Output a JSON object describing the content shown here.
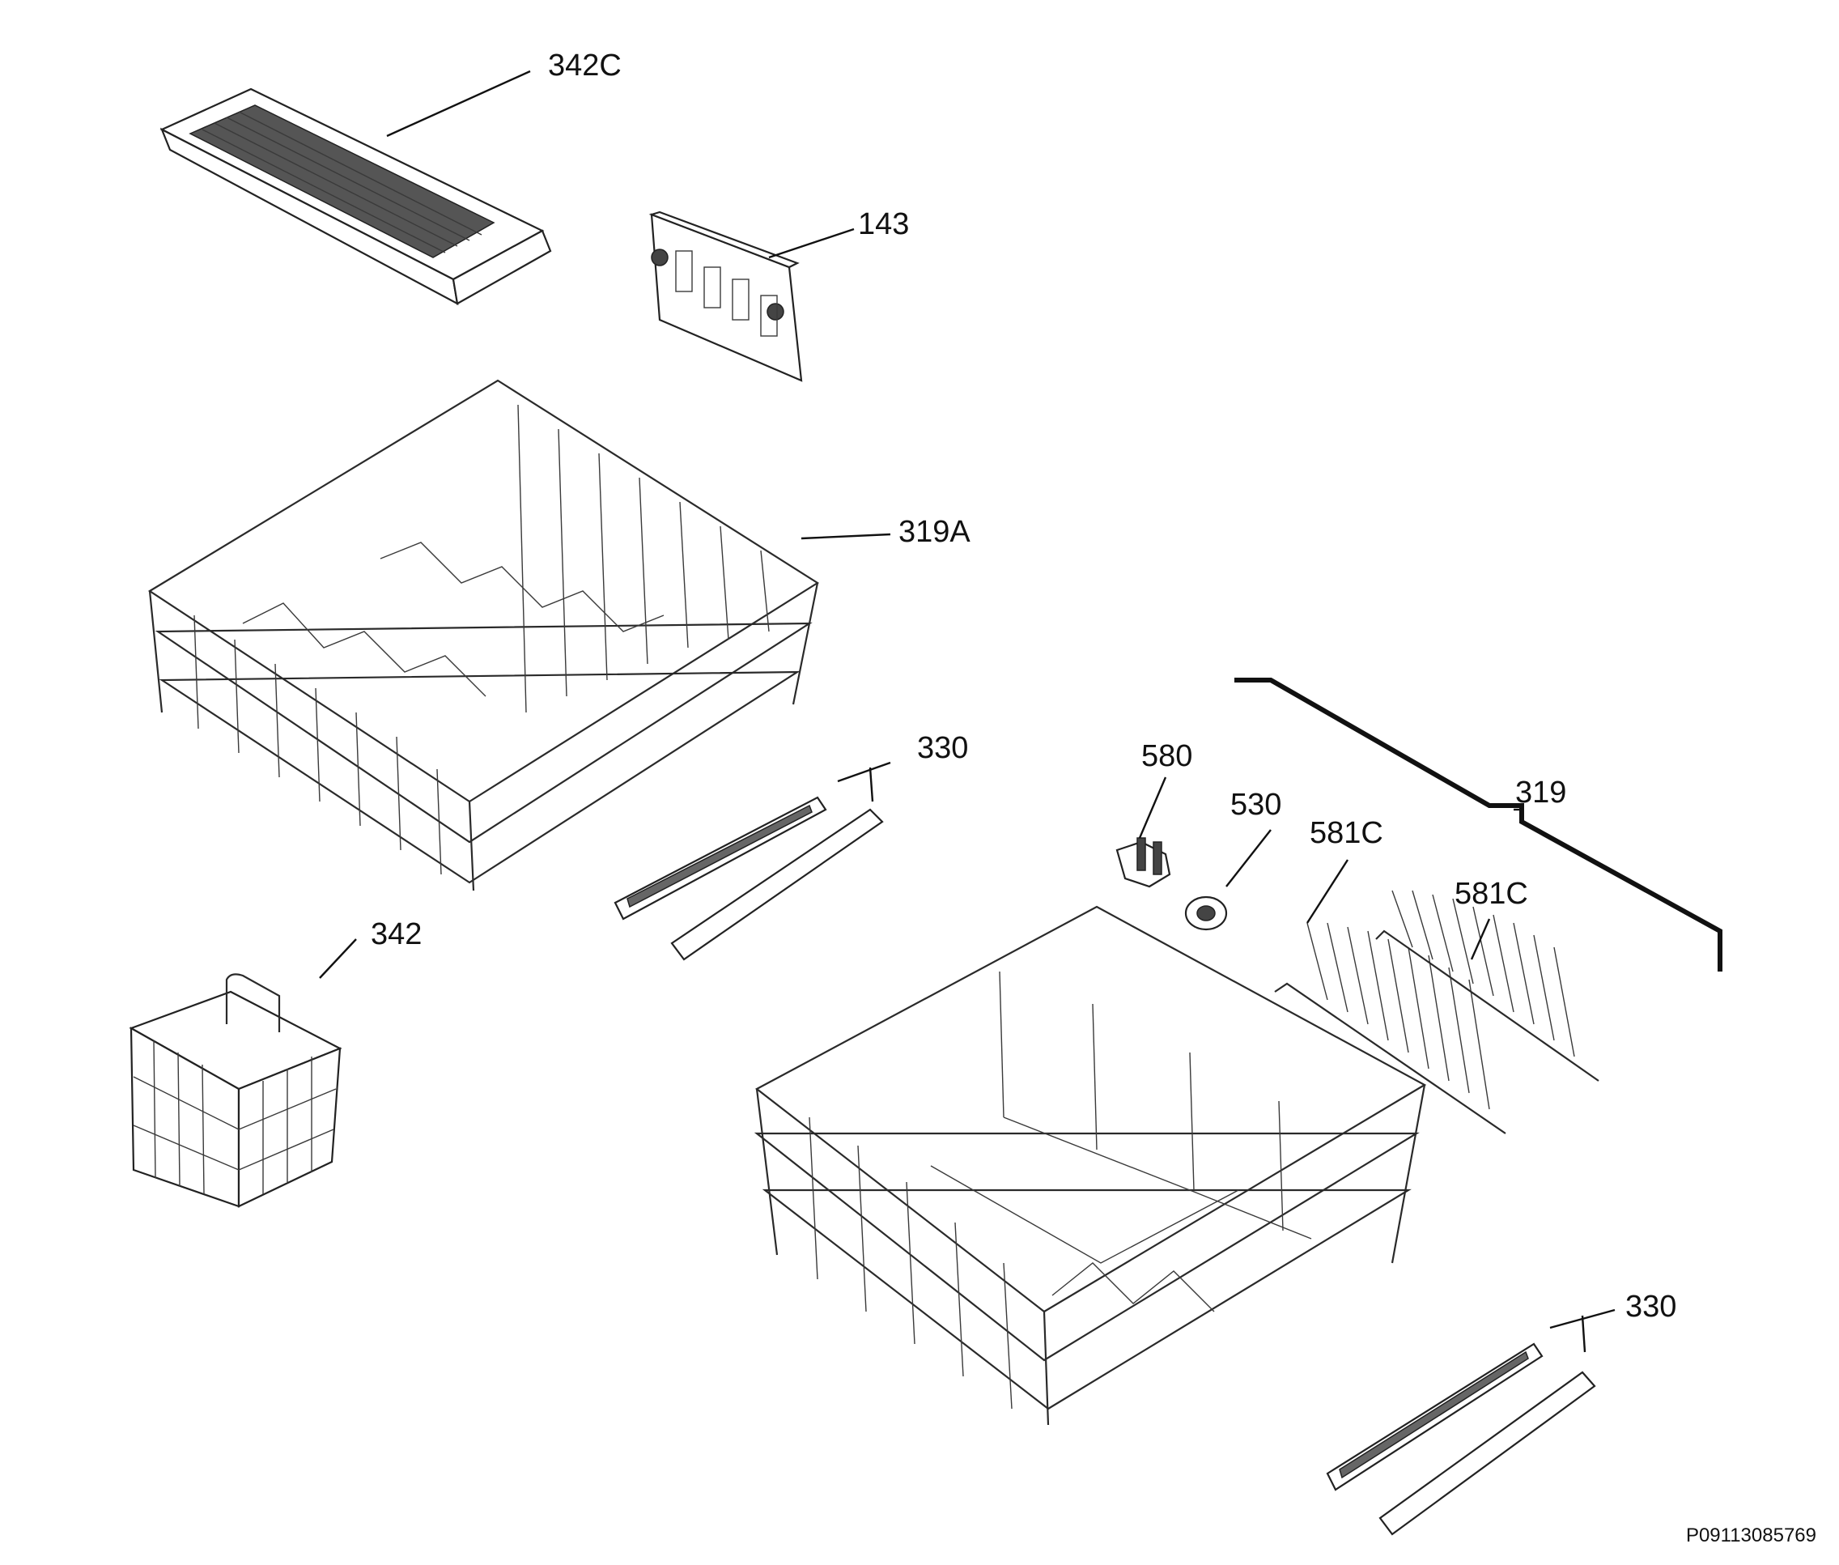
{
  "labels": {
    "cutlery_tray": "342C",
    "rack_adjuster": "143",
    "upper_basket": "319A",
    "rail_upper": "330",
    "bracket_580": "580",
    "wheel_530": "530",
    "insert_581c_a": "581C",
    "insert_581c_b": "581C",
    "lower_basket_group": "319",
    "cutlery_basket": "342",
    "rail_lower": "330"
  },
  "doc_id": "P09113085769"
}
